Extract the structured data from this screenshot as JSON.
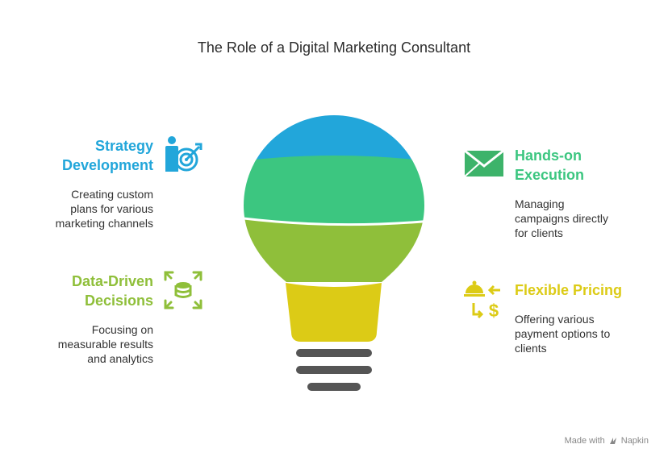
{
  "title": "The Role of a Digital Marketing Consultant",
  "colors": {
    "blue": "#22A6DA",
    "green": "#3CC680",
    "olive": "#8FBF3A",
    "yellow": "#DCCB16",
    "base": "#555555",
    "icon_green": "#3DB36A"
  },
  "items": {
    "strategy": {
      "heading_line1": "Strategy",
      "heading_line2": "Development",
      "desc_line1": "Creating custom",
      "desc_line2": "plans for various",
      "desc_line3": "marketing channels",
      "icon": "strategy-target-person-icon"
    },
    "execution": {
      "heading_line1": "Hands-on",
      "heading_line2": "Execution",
      "desc_line1": "Managing",
      "desc_line2": "campaigns directly",
      "desc_line3": "for clients",
      "icon": "envelope-icon"
    },
    "data": {
      "heading_line1": "Data-Driven",
      "heading_line2": "Decisions",
      "desc_line1": "Focusing on",
      "desc_line2": "measurable results",
      "desc_line3": "and analytics",
      "icon": "database-expand-icon"
    },
    "pricing": {
      "heading": "Flexible Pricing",
      "desc_line1": "Offering various",
      "desc_line2": "payment options to",
      "desc_line3": "clients",
      "icon": "service-bell-dollar-icon"
    }
  },
  "footer": {
    "made_with": "Made with",
    "brand": "Napkin"
  }
}
